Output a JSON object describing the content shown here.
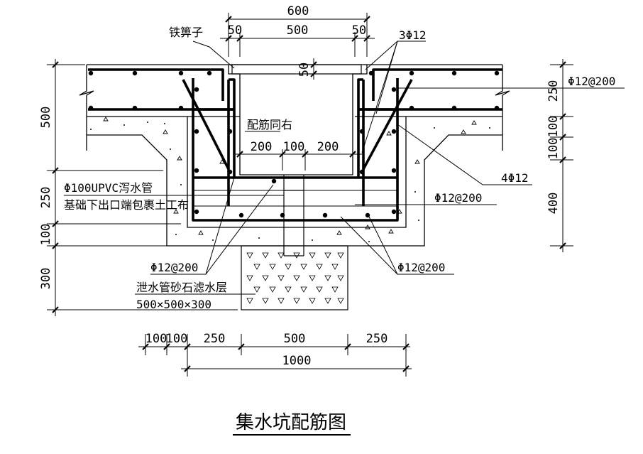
{
  "dims_top": {
    "overall": "600",
    "left": "50",
    "mid": "500",
    "right": "50"
  },
  "dims_inner": {
    "left": "200",
    "mid": "100",
    "right": "200"
  },
  "dims_left": {
    "a": "500",
    "b": "250",
    "c": "100",
    "d": "300"
  },
  "dims_right": {
    "a": "250",
    "b": "100",
    "c": "100",
    "d": "400",
    "cover": "50"
  },
  "dims_bottom": {
    "a": "100",
    "b": "100",
    "c": "250",
    "d": "500",
    "e": "250",
    "total": "1000"
  },
  "labels": {
    "grate": "铁箅子",
    "bars3": "3Φ12",
    "rebar_right_top": "Φ12@200",
    "same_right": "配筋同右",
    "bars4": "4Φ12",
    "pipe1": "Φ100UPVC泻水管",
    "pipe2": "基础下出口端包裹土工布",
    "rebar_right_mid": "Φ12@200",
    "rebar_left_bot": "Φ12@200",
    "rebar_right_bot": "Φ12@200",
    "filter1": "泄水管砂石滤水层",
    "filter2": "500×500×300"
  },
  "title": "集水坑配筋图"
}
